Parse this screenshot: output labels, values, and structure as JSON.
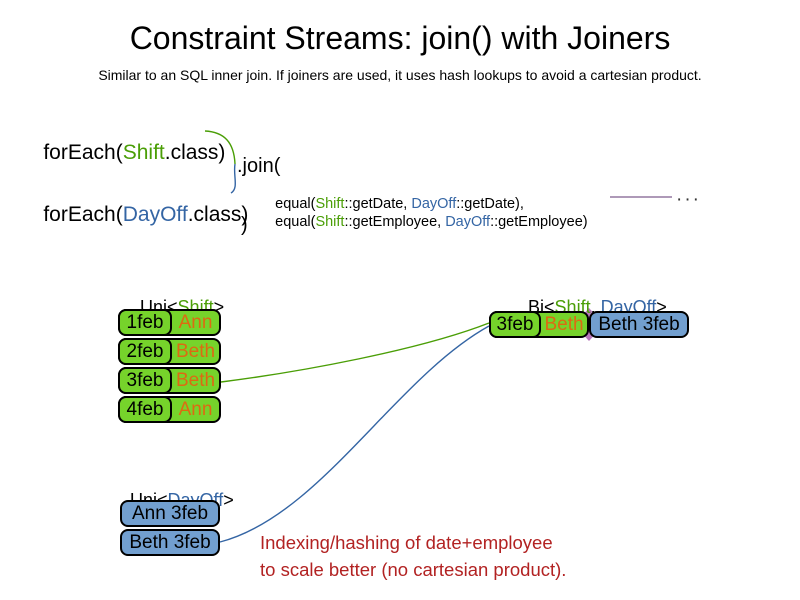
{
  "slide": {
    "title": "Constraint Streams: join() with Joiners",
    "subtitle": "Similar to an SQL inner join. If joiners are used, it uses hash lookups to avoid a cartesian product."
  },
  "code": {
    "line_shift": {
      "pre": "forEach(",
      "cls": "Shift",
      "post": ".class)"
    },
    "line_dayoff": {
      "pre": "forEach(",
      "cls": "DayOff",
      "post": ".class)"
    },
    "join_open": ".join(",
    "equal_date": {
      "pre": "equal(",
      "c1": "Shift",
      "mid": "::getDate, ",
      "c2": "DayOff",
      "post": "::getDate),"
    },
    "equal_employee": {
      "pre": "equal(",
      "c1": "Shift",
      "mid": "::getEmployee, ",
      "c2": "DayOff",
      "post": "::getEmployee)"
    },
    "join_close": ")",
    "ellipsis": "···"
  },
  "uni_shift": {
    "label_pre": "Uni<",
    "label_type": "Shift",
    "label_post": ">",
    "rows": [
      {
        "date": "1feb",
        "employee": "Ann"
      },
      {
        "date": "2feb",
        "employee": "Beth"
      },
      {
        "date": "3feb",
        "employee": "Beth"
      },
      {
        "date": "4feb",
        "employee": "Ann"
      }
    ]
  },
  "bi": {
    "label_pre": "Bi<",
    "label_t1": "Shift",
    "label_sep": ", ",
    "label_t2": "DayOff",
    "label_post": ">",
    "shift_date": "3feb",
    "shift_employee": "Beth",
    "dayoff": "Beth 3feb"
  },
  "uni_dayoff": {
    "label_pre": "Uni<",
    "label_type": "DayOff",
    "label_post": ">",
    "rows": [
      "Ann 3feb",
      "Beth 3feb"
    ]
  },
  "annotation": {
    "line1": "Indexing/hashing of date+employee",
    "line2": "to scale better (no cartesian product)."
  },
  "colors": {
    "shift_green_text": "#4a9e06",
    "dayoff_blue_text": "#3465a4",
    "employee_orange_text": "#dd6a12",
    "shift_box_green": "#76d32b",
    "dayoff_box_blue": "#729fcf",
    "annotation_red": "#b22222",
    "joiner_line_purple": "#7e5c8e",
    "join_diamond_purple": "#b878bc"
  }
}
